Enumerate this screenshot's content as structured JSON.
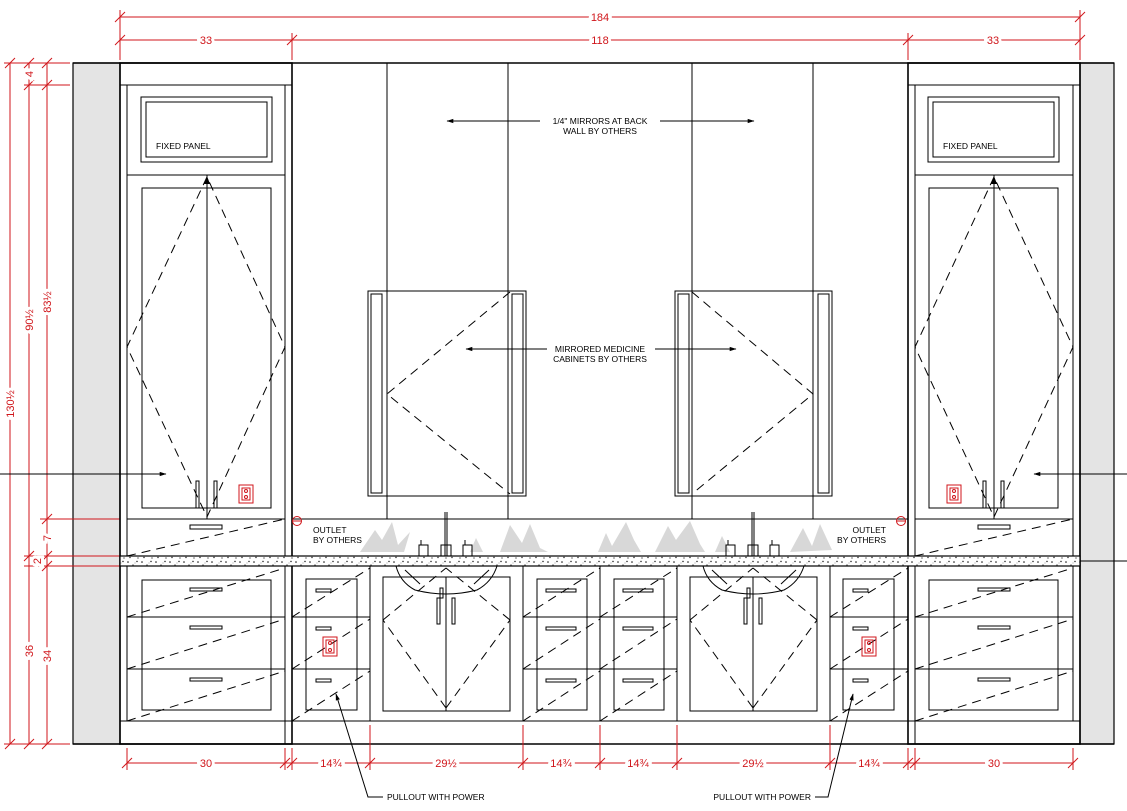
{
  "dimensions": {
    "overall_width": "184",
    "left_tall_width": "33",
    "center_width": "118",
    "right_tall_width": "33",
    "overall_height": "130½",
    "tall_cabinet_height": "90½",
    "tall_door_height": "83½",
    "top_filler": "4",
    "backsplash_height": "7",
    "countertop_thickness": "2",
    "vanity_height": "36",
    "vanity_box_height": "34",
    "bottom": [
      "30",
      "14¾",
      "29½",
      "14¾",
      "14¾",
      "29½",
      "14¾",
      "30"
    ]
  },
  "notes": {
    "fixed_panel_left": "FIXED PANEL",
    "fixed_panel_right": "FIXED PANEL",
    "mirrors_line1": "1/4\" MIRRORS AT BACK",
    "mirrors_line2": "WALL BY OTHERS",
    "medicine_line1": "MIRRORED MEDICINE",
    "medicine_line2": "CABINETS BY OTHERS",
    "outlet_left_line1": "OUTLET",
    "outlet_left_line2": "BY OTHERS",
    "outlet_right_line1": "OUTLET",
    "outlet_right_line2": "BY OTHERS",
    "pullout_left": "PULLOUT WITH POWER",
    "pullout_right": "PULLOUT WITH POWER"
  },
  "colors": {
    "dimension": "#d0161b",
    "linework": "#000000",
    "wall_fill": "#e4e4e4"
  }
}
